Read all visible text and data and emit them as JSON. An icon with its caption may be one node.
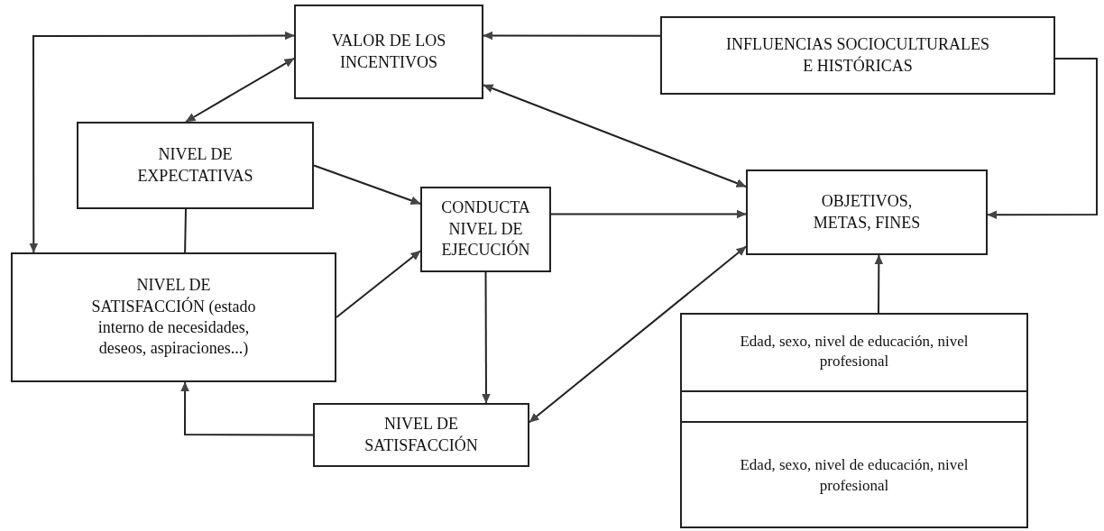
{
  "diagram": {
    "nodes": [
      {
        "text": [
          "VALOR DE LOS INCENTIVOS"
        ]
      },
      {
        "text": [
          "INFLUENCIAS SOCIOCULTURALES E HISTÓRICAS"
        ]
      },
      {
        "text": [
          "NIVEL DE EXPECTATIVAS"
        ]
      },
      {
        "text": [
          "CONDUCTA NIVEL DE EJECUCIÓN"
        ]
      },
      {
        "text": [
          "OBJETIVOS, METAS, FINES"
        ]
      },
      {
        "text": [
          "NIVEL DE SATISFACCIÓN (estado interno de necesidades, deseos, aspiraciones...)"
        ]
      },
      {
        "text": [],
        "shape": "box"
      },
      {
        "text": [
          "Edad, sexo, nivel de educación, nivel profesional"
        ],
        "in": 6
      },
      {
        "text": [],
        "shape": "box",
        "in": 6
      },
      {
        "text": [
          "Edad, sexo, nivel de educación, nivel profesional"
        ],
        "in": 6
      },
      {
        "text": [
          "NIVEL DE SATISFACCIÓN"
        ]
      }
    ],
    "edges": [
      {
        "from": 5,
        "to": 0,
        "arrow": "both"
      },
      {
        "from": 2,
        "to": 0,
        "arrow": "both"
      },
      {
        "from": 1,
        "to": 0,
        "arrow": "to"
      },
      {
        "from": 1,
        "to": 4,
        "arrow": "to"
      },
      {
        "from": 0,
        "to": 4,
        "arrow": "both"
      },
      {
        "from": 2,
        "to": 3,
        "arrow": "to"
      },
      {
        "from": 3,
        "to": 4,
        "arrow": "to"
      },
      {
        "from": 5,
        "to": 3,
        "arrow": "to"
      },
      {
        "from": 2,
        "to": 5,
        "arrow": "none"
      },
      {
        "from": 3,
        "to": 10,
        "arrow": "to"
      },
      {
        "from": 10,
        "to": 4,
        "arrow": "both"
      },
      {
        "from": 10,
        "to": 5,
        "arrow": "to"
      },
      {
        "from": 6,
        "to": 4,
        "arrow": "to"
      }
    ]
  }
}
